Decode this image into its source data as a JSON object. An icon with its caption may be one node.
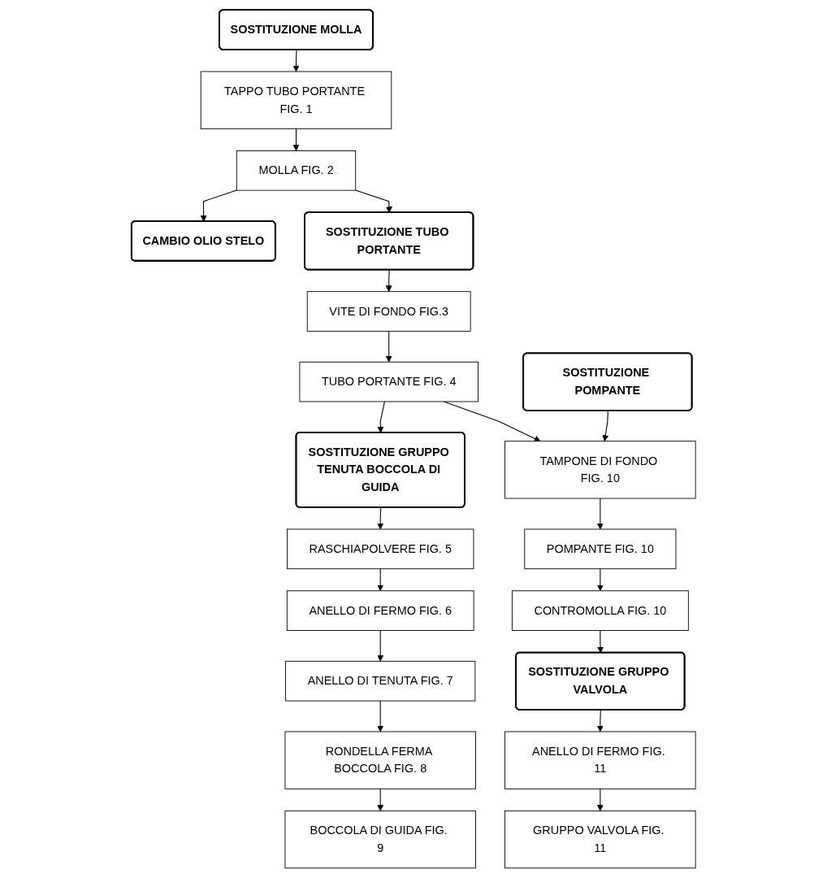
{
  "diagram": {
    "nodes": [
      {
        "text": [
          "SOSTITUZIONE MOLLA"
        ]
      },
      {
        "text": [
          "TAPPO TUBO PORTANTE FIG. 1"
        ]
      },
      {
        "text": [
          "MOLLA FIG. 2"
        ]
      },
      {
        "text": [
          "CAMBIO OLIO STELO"
        ]
      },
      {
        "text": [
          "SOSTITUZIONE TUBO PORTANTE"
        ]
      },
      {
        "text": [
          "VITE DI FONDO FIG.3"
        ]
      },
      {
        "text": [
          "TUBO PORTANTE FIG. 4"
        ]
      },
      {
        "text": [
          "SOSTITUZIONE GRUPPO TENUTA BOCCOLA DI GUIDA"
        ]
      },
      {
        "text": [
          "RASCHIAPOLVERE FIG. 5"
        ]
      },
      {
        "text": [
          "ANELLO DI FERMO FIG. 6"
        ]
      },
      {
        "text": [
          "ANELLO DI TENUTA FIG. 7"
        ]
      },
      {
        "text": [
          "RONDELLA FERMA BOCCOLA FIG. 8"
        ]
      },
      {
        "text": [
          "BOCCOLA DI GUIDA FIG. 9"
        ]
      },
      {
        "text": [
          "SOSTITUZIONE POMPANTE"
        ]
      },
      {
        "text": [
          "TAMPONE DI FONDO FIG. 10"
        ]
      },
      {
        "text": [
          "POMPANTE FIG. 10"
        ]
      },
      {
        "text": [
          "CONTROMOLLA FIG. 10"
        ]
      },
      {
        "text": [
          "SOSTITUZIONE GRUPPO VALVOLA"
        ]
      },
      {
        "text": [
          "ANELLO DI FERMO FIG. 11"
        ]
      },
      {
        "text": [
          "GRUPPO VALVOLA FIG. 11"
        ]
      }
    ],
    "edges": [
      {
        "from": 0,
        "to": 1,
        "arrow": "to"
      },
      {
        "from": 1,
        "to": 2,
        "arrow": "to"
      },
      {
        "from": 2,
        "to": 3,
        "arrow": "to"
      },
      {
        "from": 2,
        "to": 4,
        "arrow": "to"
      },
      {
        "from": 4,
        "to": 5,
        "arrow": "to"
      },
      {
        "from": 5,
        "to": 6,
        "arrow": "to"
      },
      {
        "from": 6,
        "to": 7,
        "arrow": "to"
      },
      {
        "from": 6,
        "to": 14,
        "arrow": "to"
      },
      {
        "from": 7,
        "to": 8,
        "arrow": "to"
      },
      {
        "from": 8,
        "to": 9,
        "arrow": "to"
      },
      {
        "from": 9,
        "to": 10,
        "arrow": "to"
      },
      {
        "from": 10,
        "to": 11,
        "arrow": "to"
      },
      {
        "from": 11,
        "to": 12,
        "arrow": "to"
      },
      {
        "from": 13,
        "to": 14,
        "arrow": "to"
      },
      {
        "from": 14,
        "to": 15,
        "arrow": "to"
      },
      {
        "from": 15,
        "to": 16,
        "arrow": "to"
      },
      {
        "from": 16,
        "to": 17,
        "arrow": "to"
      },
      {
        "from": 17,
        "to": 18,
        "arrow": "to"
      },
      {
        "from": 18,
        "to": 19,
        "arrow": "to"
      }
    ]
  }
}
